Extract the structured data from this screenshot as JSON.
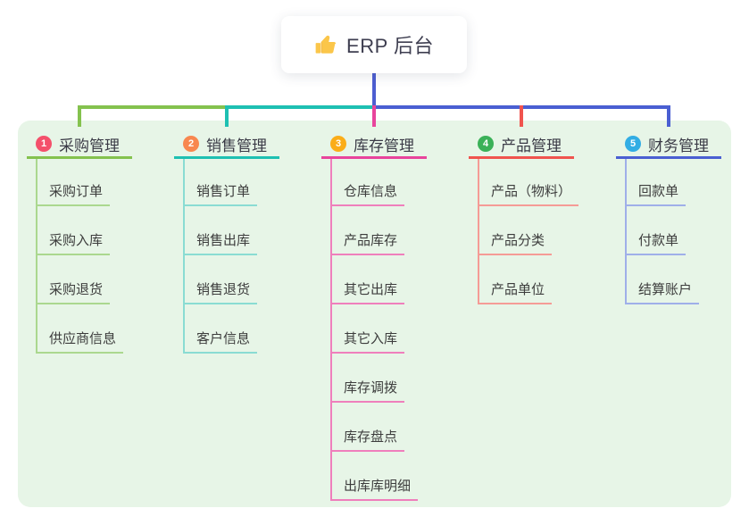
{
  "root": {
    "label": "ERP 后台",
    "icon": "thumbs-up-icon"
  },
  "colors": {
    "canvas_bg": "#ffffff",
    "panel_bg": "#E7F5E7",
    "root_connector": "#4D5ED1",
    "topic_text": "#3A3A46",
    "child_text": "#3D3D3D",
    "emoji_yellow": "#FBC64A"
  },
  "branches": [
    {
      "number": "1",
      "label": "采购管理",
      "badge_color": "#F4506B",
      "line_color": "#84C24E",
      "child_line_color": "#ABD88F",
      "children": [
        "采购订单",
        "采购入库",
        "采购退货",
        "供应商信息"
      ]
    },
    {
      "number": "2",
      "label": "销售管理",
      "badge_color": "#F8874F",
      "line_color": "#1EC0B2",
      "child_line_color": "#8ADCD3",
      "children": [
        "销售订单",
        "销售出库",
        "销售退货",
        "客户信息"
      ]
    },
    {
      "number": "3",
      "label": "库存管理",
      "badge_color": "#FBAD18",
      "line_color": "#E8449C",
      "child_line_color": "#EF7FBC",
      "children": [
        "仓库信息",
        "产品库存",
        "其它出库",
        "其它入库",
        "库存调拨",
        "库存盘点",
        "出库库明细"
      ]
    },
    {
      "number": "4",
      "label": "产品管理",
      "badge_color": "#3BB158",
      "line_color": "#F0544E",
      "child_line_color": "#F59B96",
      "children": [
        "产品（物料）",
        "产品分类",
        "产品单位"
      ]
    },
    {
      "number": "5",
      "label": "财务管理",
      "badge_color": "#32ADE4",
      "line_color": "#4A5FD2",
      "child_line_color": "#9FAFE9",
      "children": [
        "回款单",
        "付款单",
        "结算账户"
      ]
    }
  ]
}
